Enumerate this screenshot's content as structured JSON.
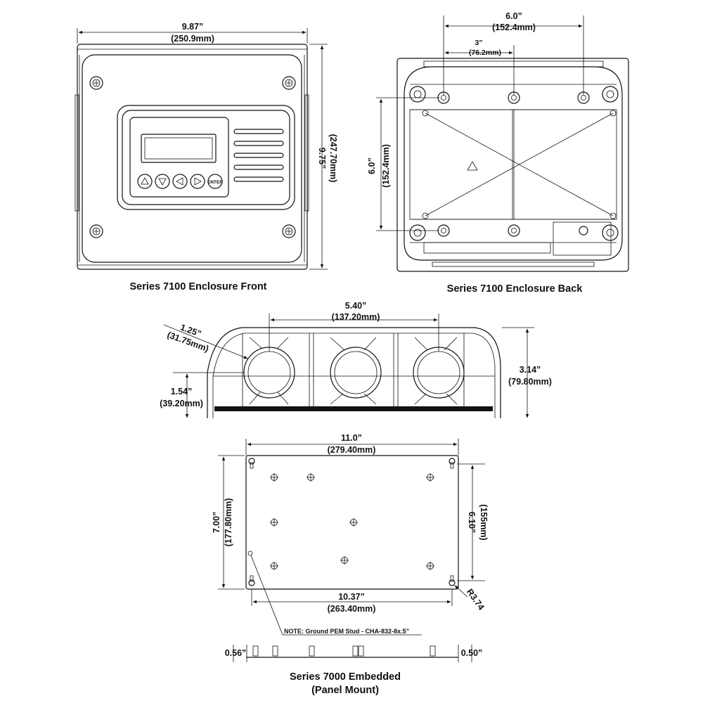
{
  "front": {
    "width_in": "9.87”",
    "width_mm": "(250.9mm)",
    "height_in": "9.75”",
    "height_mm": "(247.70mm)",
    "enter_key": "ENTER",
    "caption": "Series 7100 Enclosure Front"
  },
  "back": {
    "outer_in": "6.0”",
    "outer_mm": "(152.4mm)",
    "inner_in": "3”",
    "inner_mm": "(76.2mm)",
    "vert_in": "6.0”",
    "vert_mm": "(152.4mm)",
    "caption": "Series 7100 Enclosure Back"
  },
  "side": {
    "span_in": "5.40”",
    "span_mm": "(137.20mm)",
    "dia_in": "1.25”",
    "dia_mm": "(31.75mm)",
    "low_in": "1.54”",
    "low_mm": "(39.20mm)",
    "height_in": "3.14”",
    "height_mm": "(79.80mm)"
  },
  "panel": {
    "width_in": "11.0”",
    "width_mm": "(279.40mm)",
    "height_in": "7.00”",
    "height_mm": "(177.80mm)",
    "inner_h_in": "6.10”",
    "inner_h_mm": "(155mm)",
    "inner_w_in": "10.37”",
    "inner_w_mm": "(263.40mm)",
    "radius": "R3.74",
    "note": "NOTE: Ground PEM Stud - CHA-832-8x.5”",
    "left_thk": "0.56”",
    "right_thk": "0.50”",
    "caption_line1": "Series 7000 Embedded",
    "caption_line2": "(Panel Mount)"
  }
}
